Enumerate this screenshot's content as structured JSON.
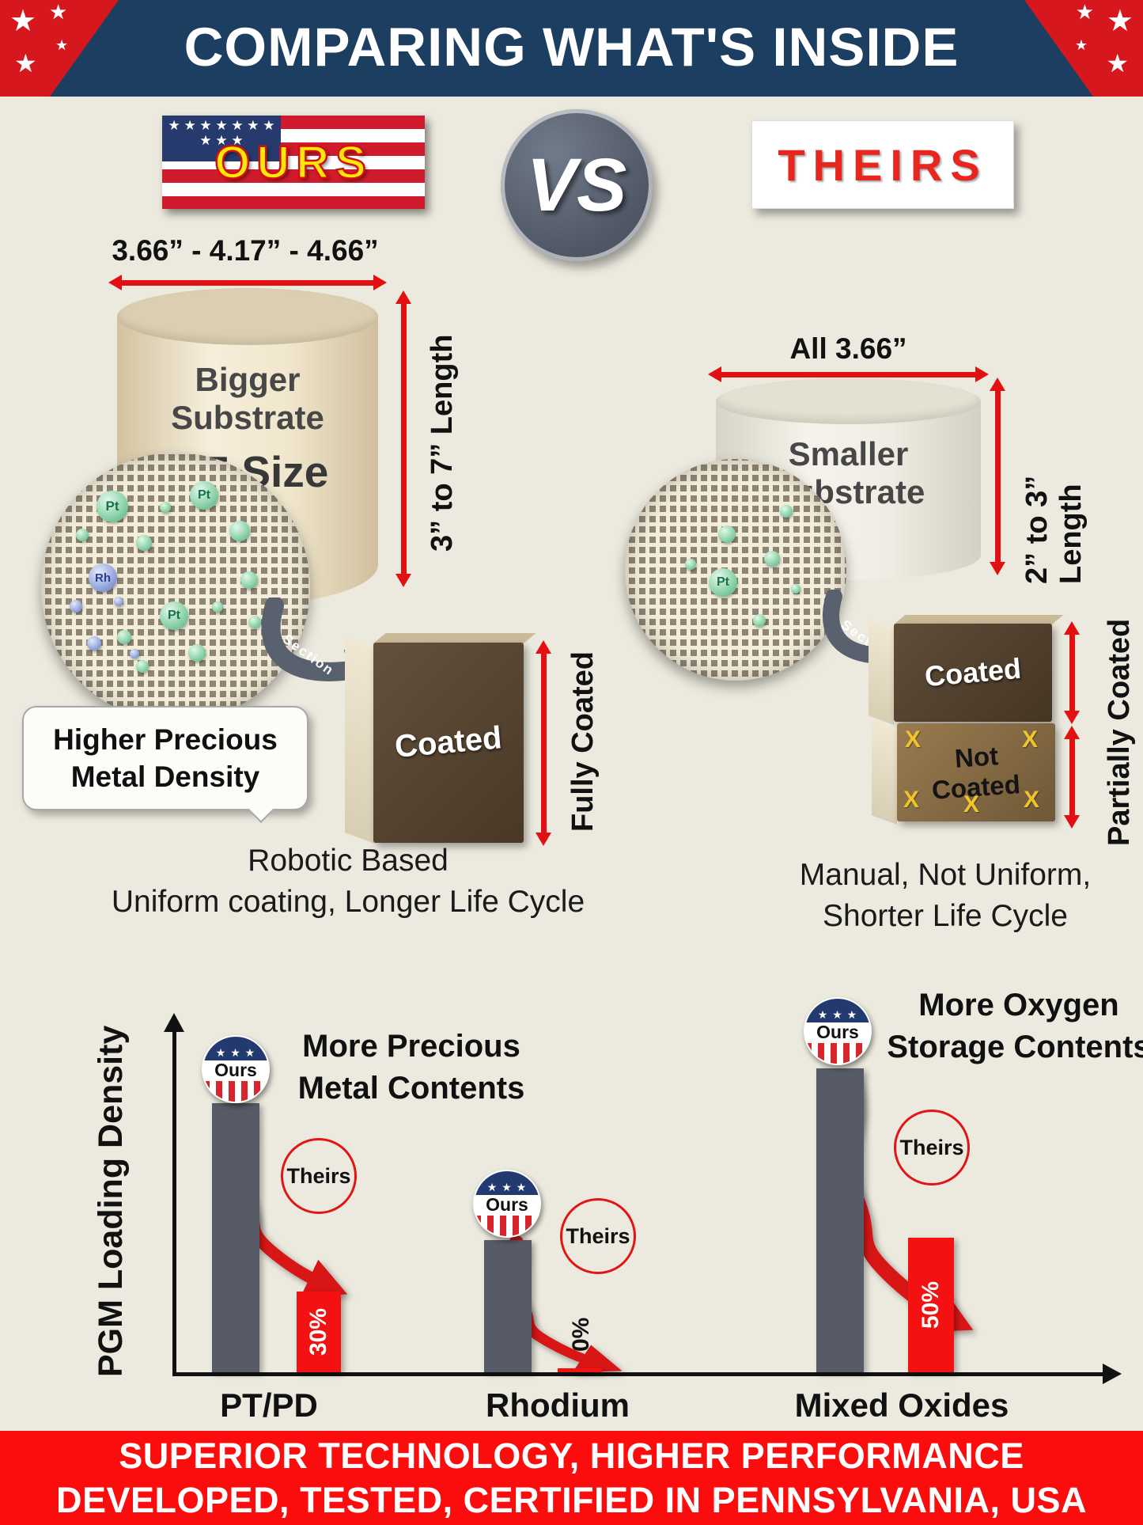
{
  "header": {
    "title": "COMPARING WHAT'S INSIDE"
  },
  "badges": {
    "ours": "OURS",
    "vs": "VS",
    "theirs": "THEIRS",
    "star": "★",
    "canton_stars": "★ ★ ★ ★ ★ ★ ★ ★ ★ ★",
    "roundel_stars": "★ ★ ★"
  },
  "ours": {
    "diameter": "3.66” - 4.17” - 4.66”",
    "substrate_line1": "Bigger",
    "substrate_line2": "Substrate",
    "substrate_line3": "OE Size",
    "length_label": "3” to 7” Length",
    "callout_line1": "Higher Precious",
    "callout_line2": "Metal Density",
    "section_label": "Section",
    "coated_label": "Coated",
    "fully_coated_label": "Fully Coated",
    "caption_line1": "Robotic  Based",
    "caption_line2": "Uniform coating, Longer Life Cycle",
    "particles": [
      "Pt",
      "Pt",
      "Pt",
      "Rh"
    ]
  },
  "theirs": {
    "diameter": "All 3.66”",
    "substrate_line1": "Smaller",
    "substrate_line2": "Substrate",
    "length_label": "2” to 3” Length",
    "section_label": "Section",
    "coated_label": "Coated",
    "not_coated_line1": "Not",
    "not_coated_line2": "Coated",
    "x_mark": "X",
    "partially_coated_label": "Partially Coated",
    "caption_line1": "Manual, Not Uniform,",
    "caption_line2": "Shorter Life Cycle",
    "particles": [
      "Pt"
    ]
  },
  "chart_data": {
    "type": "bar",
    "ylabel": "PGM Loading Density",
    "categories": [
      "PT/PD",
      "Rhodium",
      "Mixed Oxides"
    ],
    "series": [
      {
        "name": "Ours",
        "values": [
          100,
          49,
          113
        ],
        "color": "#565b67"
      },
      {
        "name": "Theirs",
        "values": [
          30,
          1.5,
          50
        ],
        "color": "#f31111"
      }
    ],
    "theirs_labels": [
      "30%",
      "0%",
      "50%"
    ],
    "annotation1_line1": "More Precious",
    "annotation1_line2": "Metal Contents",
    "annotation2_line1": "More Oxygen",
    "annotation2_line2": "Storage Contents",
    "ours_badge": "Ours",
    "theirs_badge": "Theirs"
  },
  "footer": {
    "line1": "SUPERIOR TECHNOLOGY, HIGHER PERFORMANCE",
    "line2": "DEVELOPED, TESTED, CERTIFIED IN PENNSYLVANIA, USA"
  }
}
